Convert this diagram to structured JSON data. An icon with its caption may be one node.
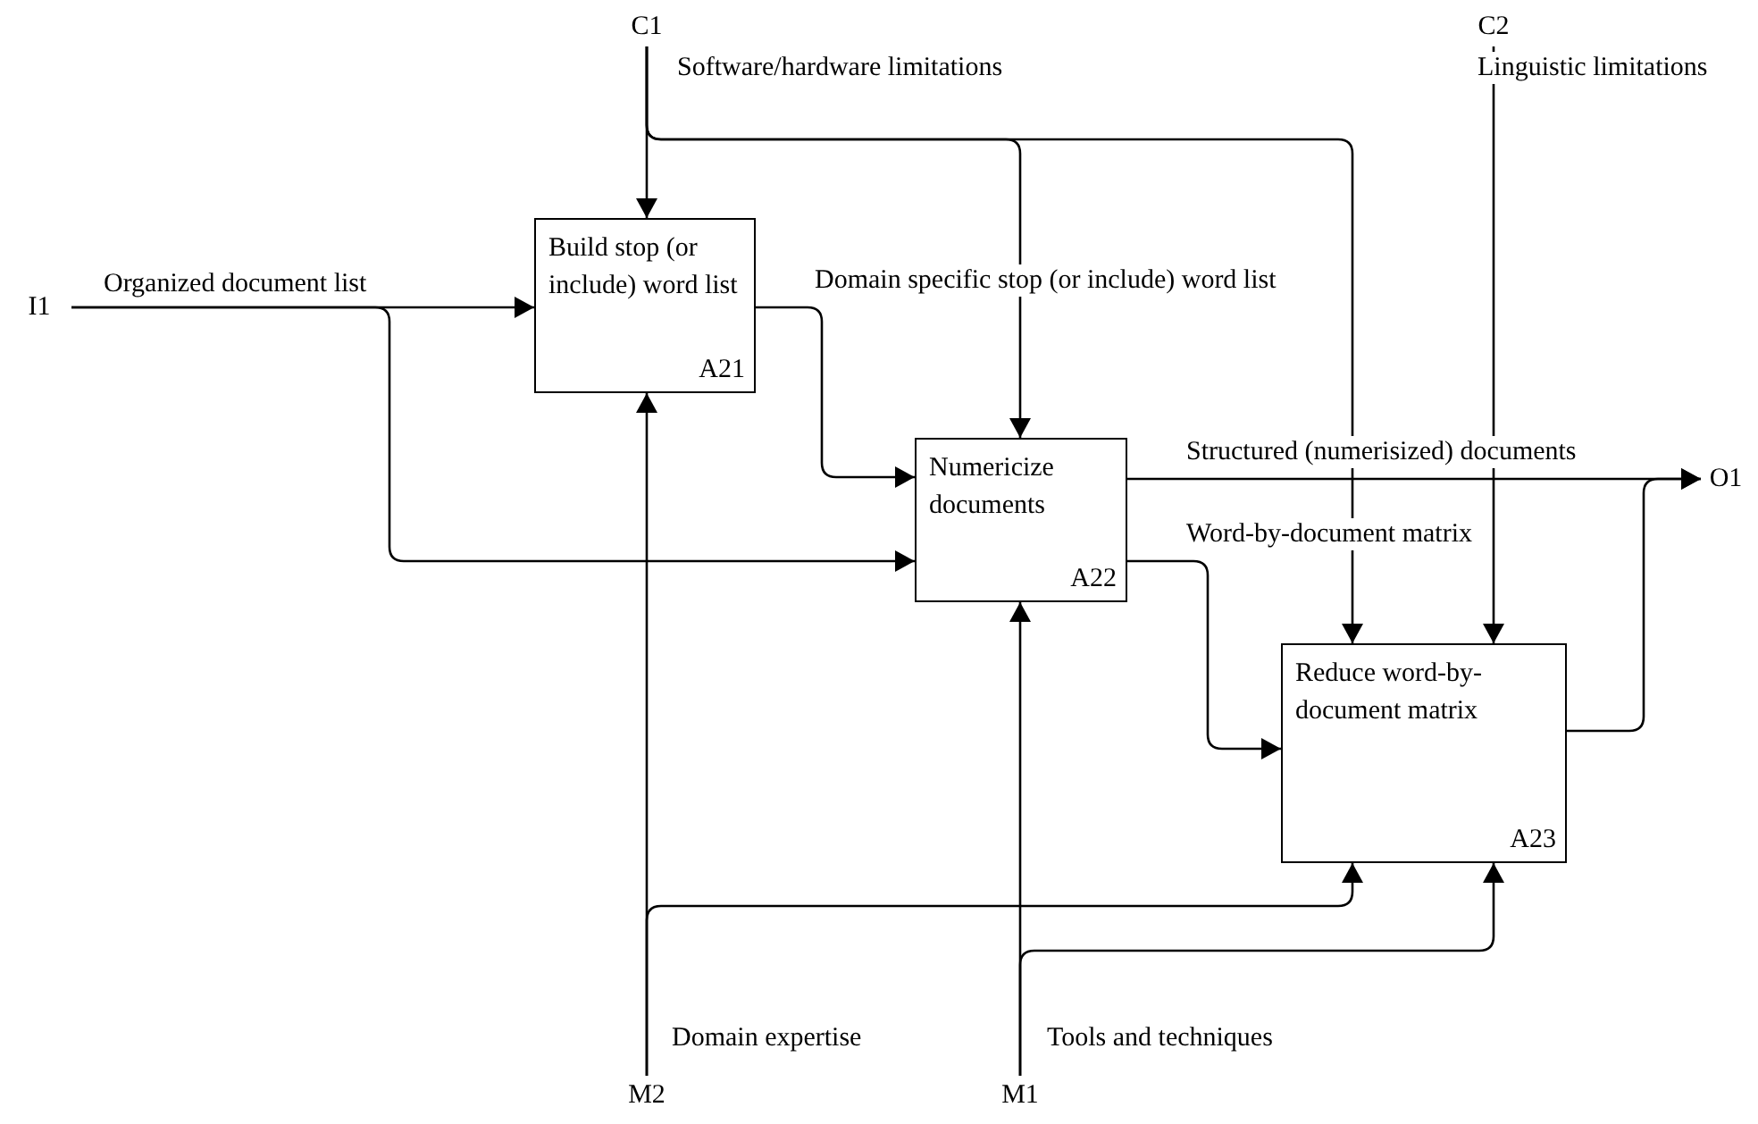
{
  "diagram": {
    "nodes": [
      {
        "text": [
          "Build stop (or include) word list",
          "A21"
        ]
      },
      {
        "text": [
          "Numericize documents",
          "A22"
        ]
      },
      {
        "text": [
          "Reduce word-by-document matrix",
          "A23"
        ]
      },
      {
        "text": [
          "I1"
        ]
      },
      {
        "text": [
          "C1"
        ]
      },
      {
        "text": [
          "C2"
        ]
      },
      {
        "text": [
          "O1"
        ]
      },
      {
        "text": [
          "M2"
        ]
      },
      {
        "text": [
          "M1"
        ]
      }
    ],
    "edges": [
      {
        "from": 3,
        "to": 0,
        "arrow": "to",
        "label": "Organized document list"
      },
      {
        "from": 3,
        "to": 1,
        "arrow": "to"
      },
      {
        "from": 4,
        "to": 0,
        "arrow": "to",
        "label": "Software/hardware limitations"
      },
      {
        "from": 4,
        "to": 1,
        "arrow": "to"
      },
      {
        "from": 4,
        "to": 2,
        "arrow": "to"
      },
      {
        "from": 5,
        "to": 2,
        "arrow": "to",
        "label": "Linguistic limitations"
      },
      {
        "from": 0,
        "to": 1,
        "arrow": "to",
        "label": "Domain specific stop (or include) word list"
      },
      {
        "from": 1,
        "to": 6,
        "arrow": "to",
        "label": "Structured (numerisized) documents"
      },
      {
        "from": 1,
        "to": 2,
        "arrow": "to",
        "label": "Word-by-document matrix"
      },
      {
        "from": 2,
        "to": 6,
        "arrow": "to"
      },
      {
        "from": 7,
        "to": 0,
        "arrow": "to",
        "label": "Domain expertise"
      },
      {
        "from": 7,
        "to": 2,
        "arrow": "to"
      },
      {
        "from": 8,
        "to": 1,
        "arrow": "to",
        "label": "Tools and techniques"
      },
      {
        "from": 8,
        "to": 2,
        "arrow": "to"
      }
    ]
  }
}
